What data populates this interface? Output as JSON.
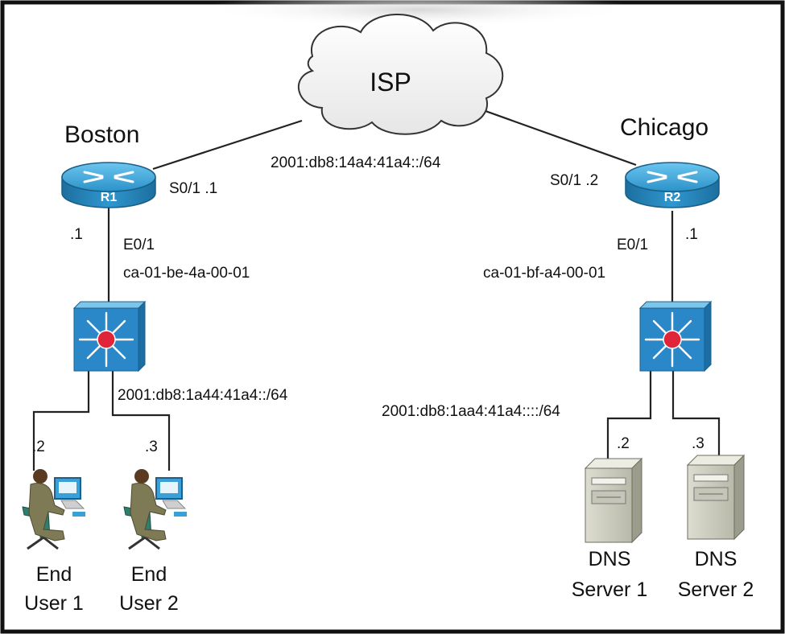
{
  "cloud": {
    "label": "ISP"
  },
  "wan": {
    "network": "2001:db8:14a4:41a4::/64"
  },
  "boston": {
    "site_label": "Boston",
    "router_name": "R1",
    "serial_label": "S0/1 .1",
    "lan_host_id": ".1",
    "eth_if": "E0/1",
    "eth_mac": "ca-01-be-4a-00-01",
    "lan_network": "2001:db8:1a44:41a4::/64",
    "hosts": [
      {
        "addr": ".2",
        "name_line1": "End",
        "name_line2": "User 1"
      },
      {
        "addr": ".3",
        "name_line1": "End",
        "name_line2": "User 2"
      }
    ]
  },
  "chicago": {
    "site_label": "Chicago",
    "router_name": "R2",
    "serial_label": "S0/1 .2",
    "lan_host_id": ".1",
    "eth_if": "E0/1",
    "eth_mac": "ca-01-bf-a4-00-01",
    "lan_network": "2001:db8:1aa4:41a4::::/64",
    "servers": [
      {
        "addr": ".2",
        "name_line1": "DNS",
        "name_line2": "Server 1"
      },
      {
        "addr": ".3",
        "name_line1": "DNS",
        "name_line2": "Server 2"
      }
    ]
  },
  "colors": {
    "router_blue": "#2a8fc4",
    "switch_blue": "#2b88c8",
    "switch_core": "#e0243a",
    "border": "#111111"
  },
  "icons": {
    "router": "router-icon",
    "switch": "multilayer-switch-icon",
    "user": "workstation-user-icon",
    "server": "server-tower-icon",
    "cloud": "cloud-icon"
  }
}
